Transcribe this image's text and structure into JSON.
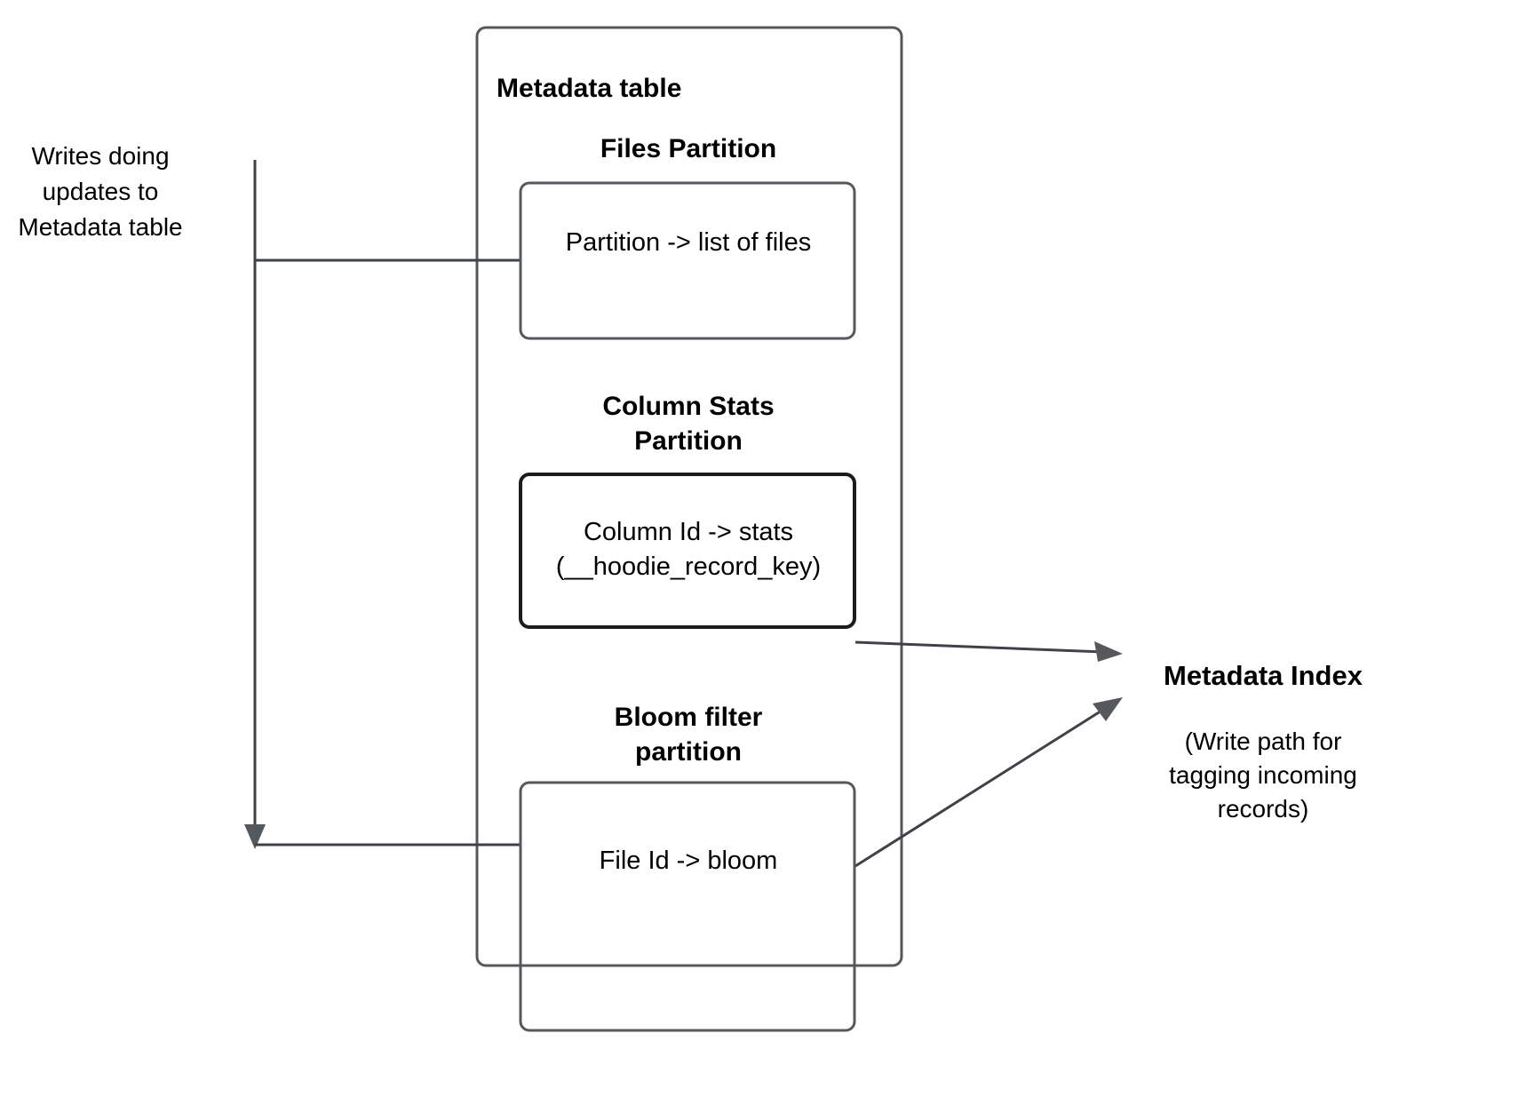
{
  "diagram": {
    "title": "Metadata table",
    "left_note": {
      "lines": [
        "Writes doing",
        "updates to",
        "Metadata table"
      ]
    },
    "sections": [
      {
        "heading_lines": [
          "Files Partition"
        ],
        "box_lines": [
          "Partition -> list of files"
        ],
        "emphasis": false
      },
      {
        "heading_lines": [
          "Column Stats",
          "Partition"
        ],
        "box_lines": [
          "Column Id  -> stats",
          "(__hoodie_record_key)"
        ],
        "emphasis": true
      },
      {
        "heading_lines": [
          "Bloom filter",
          "partition"
        ],
        "box_lines": [
          "File Id -> bloom"
        ],
        "emphasis": false
      }
    ],
    "index_label": {
      "title": "Metadata Index",
      "caption_lines": [
        "(Write path for",
        "tagging incoming",
        "records)"
      ]
    },
    "colors": {
      "shape_stroke": "#56595c",
      "shape_stroke_strong": "#1b1c1d",
      "connector": "#3f4246",
      "arrowhead": "#56595c",
      "background": "#ffffff",
      "text": "#000000"
    }
  }
}
